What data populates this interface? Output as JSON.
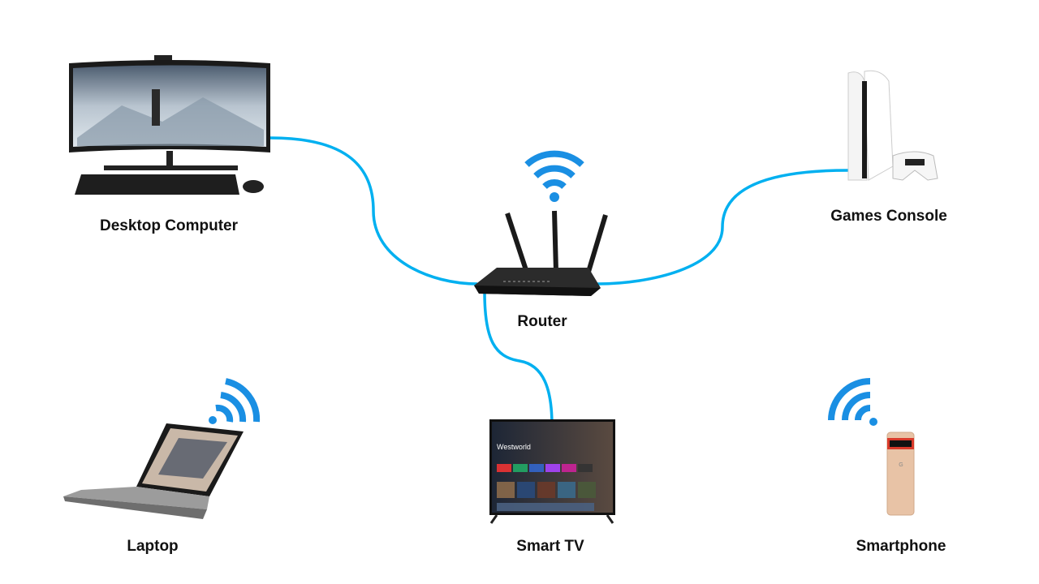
{
  "colors": {
    "cable": "#00b0f0",
    "wifi": "#1a8fe3",
    "device_dark": "#1c1c1c"
  },
  "nodes": {
    "desktop": {
      "label": "Desktop Computer",
      "icon": "desktop-computer-icon",
      "connection": "wired"
    },
    "router": {
      "label": "Router",
      "icon": "router-icon",
      "connection": "hub"
    },
    "console": {
      "label": "Games Console",
      "icon": "games-console-icon",
      "connection": "wired"
    },
    "laptop": {
      "label": "Laptop",
      "icon": "laptop-icon",
      "connection": "wireless"
    },
    "tv": {
      "label": "Smart TV",
      "icon": "smart-tv-icon",
      "connection": "wired"
    },
    "phone": {
      "label": "Smartphone",
      "icon": "smartphone-icon",
      "connection": "wireless"
    }
  },
  "tv_screen": {
    "title": "Westworld"
  }
}
